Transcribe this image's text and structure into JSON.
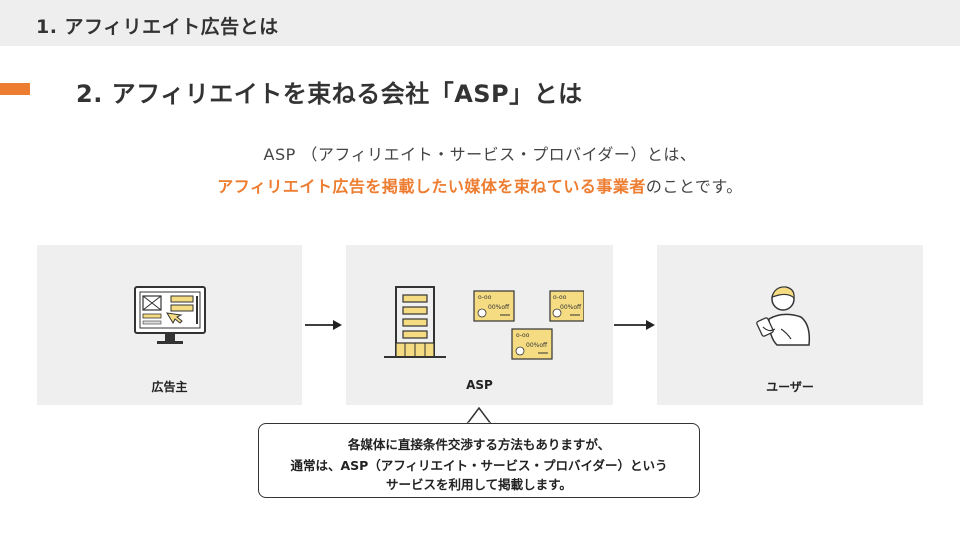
{
  "header": {
    "title": "1. アフィリエイト広告とは"
  },
  "section": {
    "title": "2. アフィリエイトを束ねる会社「ASP」とは"
  },
  "intro": {
    "line1": "ASP （アフィリエイト・サービス・プロバイダー）とは、",
    "line2_highlight": "アフィリエイト広告を掲載したい媒体を束ねている事業者",
    "line2_rest": "のことです。"
  },
  "panels": [
    {
      "label": "広告主",
      "icon": "advertiser-monitor-icon"
    },
    {
      "label": "ASP",
      "icon": "asp-building-media-icon"
    },
    {
      "label": "ユーザー",
      "icon": "user-smartphone-icon"
    }
  ],
  "callout": {
    "line1": "各媒体に直接条件交渉する方法もありますが、",
    "line2": "通常は、ASP（アフィリエイト・サービス・プロバイダー）という",
    "line3": "サービスを利用して掲載します。"
  },
  "colors": {
    "accent": "#ed7d31",
    "panel": "#efefef",
    "topbar": "#eeeeee",
    "icon_yellow": "#f5dc82"
  }
}
